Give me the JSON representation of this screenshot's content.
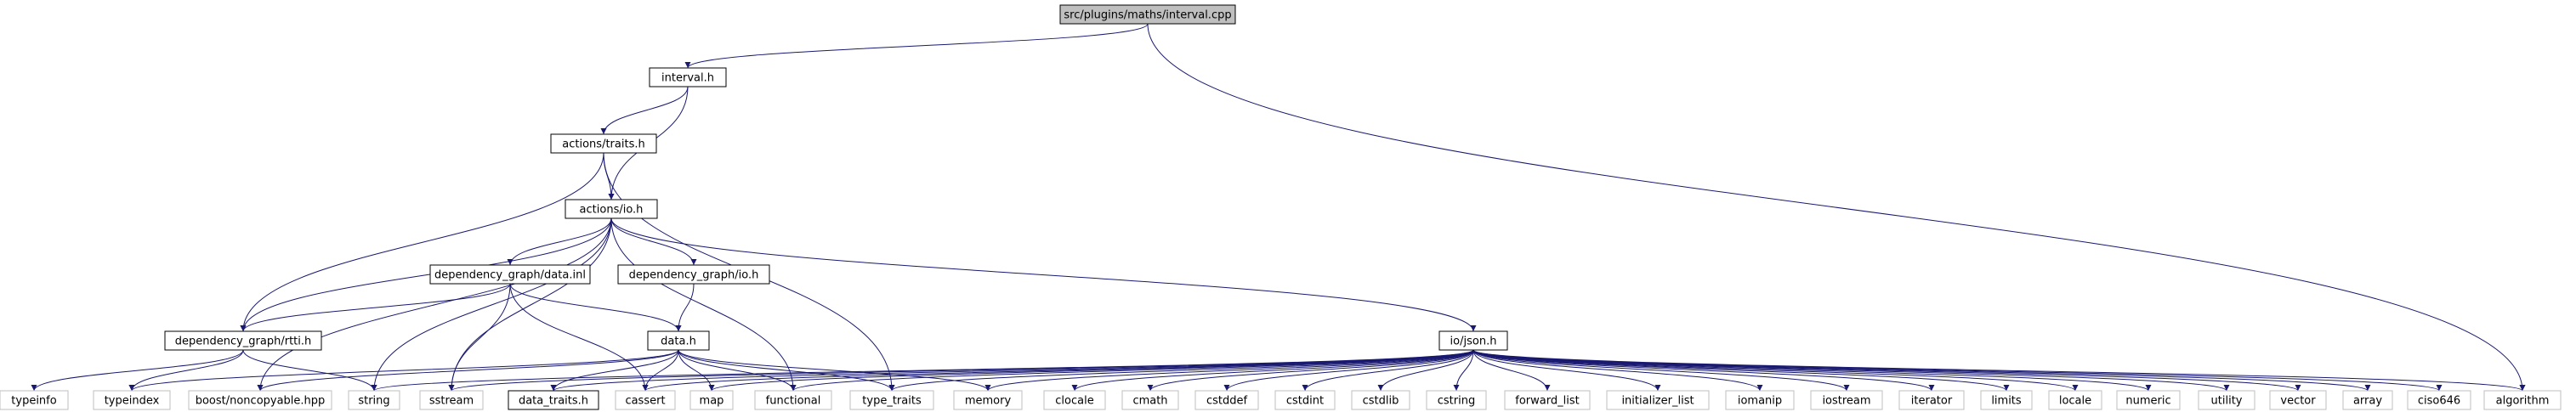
{
  "diagram": {
    "type": "include-dependency-graph",
    "colors": {
      "edge": "#191970",
      "root_fill": "#bfbfbf",
      "project_border": "#000000",
      "system_border": "#bfbfbf",
      "node_fill": "#ffffff"
    },
    "nodes": [
      {
        "id": "interval_cpp",
        "label": "src/plugins/maths/interval.cpp",
        "kind": "root"
      },
      {
        "id": "interval_h",
        "label": "interval.h",
        "kind": "project"
      },
      {
        "id": "traits_h",
        "label": "actions/traits.h",
        "kind": "project"
      },
      {
        "id": "io_h",
        "label": "actions/io.h",
        "kind": "project"
      },
      {
        "id": "dg_data_inl",
        "label": "dependency_graph/data.inl",
        "kind": "project"
      },
      {
        "id": "dg_io_h",
        "label": "dependency_graph/io.h",
        "kind": "project"
      },
      {
        "id": "rtti_h",
        "label": "dependency_graph/rtti.h",
        "kind": "project"
      },
      {
        "id": "data_h",
        "label": "data.h",
        "kind": "project"
      },
      {
        "id": "json_h",
        "label": "io/json.h",
        "kind": "project"
      },
      {
        "id": "data_traits_h",
        "label": "data_traits.h",
        "kind": "project"
      },
      {
        "id": "typeinfo",
        "label": "typeinfo",
        "kind": "system"
      },
      {
        "id": "typeindex",
        "label": "typeindex",
        "kind": "system"
      },
      {
        "id": "noncopyable",
        "label": "boost/noncopyable.hpp",
        "kind": "system"
      },
      {
        "id": "string",
        "label": "string",
        "kind": "system"
      },
      {
        "id": "sstream",
        "label": "sstream",
        "kind": "system"
      },
      {
        "id": "cassert",
        "label": "cassert",
        "kind": "system"
      },
      {
        "id": "map",
        "label": "map",
        "kind": "system"
      },
      {
        "id": "functional",
        "label": "functional",
        "kind": "system"
      },
      {
        "id": "type_traits",
        "label": "type_traits",
        "kind": "system"
      },
      {
        "id": "memory",
        "label": "memory",
        "kind": "system"
      },
      {
        "id": "clocale",
        "label": "clocale",
        "kind": "system"
      },
      {
        "id": "cmath",
        "label": "cmath",
        "kind": "system"
      },
      {
        "id": "cstddef",
        "label": "cstddef",
        "kind": "system"
      },
      {
        "id": "cstdint",
        "label": "cstdint",
        "kind": "system"
      },
      {
        "id": "cstdlib",
        "label": "cstdlib",
        "kind": "system"
      },
      {
        "id": "cstring",
        "label": "cstring",
        "kind": "system"
      },
      {
        "id": "forward_list",
        "label": "forward_list",
        "kind": "system"
      },
      {
        "id": "initializer_list",
        "label": "initializer_list",
        "kind": "system"
      },
      {
        "id": "iomanip",
        "label": "iomanip",
        "kind": "system"
      },
      {
        "id": "iostream",
        "label": "iostream",
        "kind": "system"
      },
      {
        "id": "iterator",
        "label": "iterator",
        "kind": "system"
      },
      {
        "id": "limits",
        "label": "limits",
        "kind": "system"
      },
      {
        "id": "locale",
        "label": "locale",
        "kind": "system"
      },
      {
        "id": "numeric",
        "label": "numeric",
        "kind": "system"
      },
      {
        "id": "utility",
        "label": "utility",
        "kind": "system"
      },
      {
        "id": "vector",
        "label": "vector",
        "kind": "system"
      },
      {
        "id": "array",
        "label": "array",
        "kind": "system"
      },
      {
        "id": "ciso646",
        "label": "ciso646",
        "kind": "system"
      },
      {
        "id": "algorithm",
        "label": "algorithm",
        "kind": "system"
      }
    ],
    "edges": [
      [
        "interval_cpp",
        "interval_h"
      ],
      [
        "interval_cpp",
        "algorithm"
      ],
      [
        "interval_h",
        "traits_h"
      ],
      [
        "interval_h",
        "io_h"
      ],
      [
        "traits_h",
        "io_h"
      ],
      [
        "traits_h",
        "rtti_h"
      ],
      [
        "traits_h",
        "type_traits"
      ],
      [
        "io_h",
        "rtti_h"
      ],
      [
        "io_h",
        "dg_data_inl"
      ],
      [
        "io_h",
        "dg_io_h"
      ],
      [
        "io_h",
        "json_h"
      ],
      [
        "io_h",
        "functional"
      ],
      [
        "io_h",
        "noncopyable"
      ],
      [
        "io_h",
        "string"
      ],
      [
        "io_h",
        "sstream"
      ],
      [
        "dg_data_inl",
        "rtti_h"
      ],
      [
        "dg_data_inl",
        "data_h"
      ],
      [
        "dg_data_inl",
        "sstream"
      ],
      [
        "dg_data_inl",
        "cassert"
      ],
      [
        "dg_io_h",
        "data_h"
      ],
      [
        "rtti_h",
        "typeinfo"
      ],
      [
        "rtti_h",
        "typeindex"
      ],
      [
        "rtti_h",
        "string"
      ],
      [
        "data_h",
        "noncopyable"
      ],
      [
        "data_h",
        "data_traits_h"
      ],
      [
        "data_h",
        "cassert"
      ],
      [
        "data_h",
        "map"
      ],
      [
        "data_h",
        "functional"
      ],
      [
        "data_h",
        "type_traits"
      ],
      [
        "data_h",
        "memory"
      ],
      [
        "data_h",
        "typeindex"
      ],
      [
        "json_h",
        "string"
      ],
      [
        "json_h",
        "sstream"
      ],
      [
        "json_h",
        "data_traits_h"
      ],
      [
        "json_h",
        "cassert"
      ],
      [
        "json_h",
        "map"
      ],
      [
        "json_h",
        "functional"
      ],
      [
        "json_h",
        "type_traits"
      ],
      [
        "json_h",
        "memory"
      ],
      [
        "json_h",
        "clocale"
      ],
      [
        "json_h",
        "cmath"
      ],
      [
        "json_h",
        "cstddef"
      ],
      [
        "json_h",
        "cstdint"
      ],
      [
        "json_h",
        "cstdlib"
      ],
      [
        "json_h",
        "cstring"
      ],
      [
        "json_h",
        "forward_list"
      ],
      [
        "json_h",
        "initializer_list"
      ],
      [
        "json_h",
        "iomanip"
      ],
      [
        "json_h",
        "iostream"
      ],
      [
        "json_h",
        "iterator"
      ],
      [
        "json_h",
        "limits"
      ],
      [
        "json_h",
        "locale"
      ],
      [
        "json_h",
        "numeric"
      ],
      [
        "json_h",
        "utility"
      ],
      [
        "json_h",
        "vector"
      ],
      [
        "json_h",
        "array"
      ],
      [
        "json_h",
        "ciso646"
      ],
      [
        "json_h",
        "algorithm"
      ]
    ]
  }
}
